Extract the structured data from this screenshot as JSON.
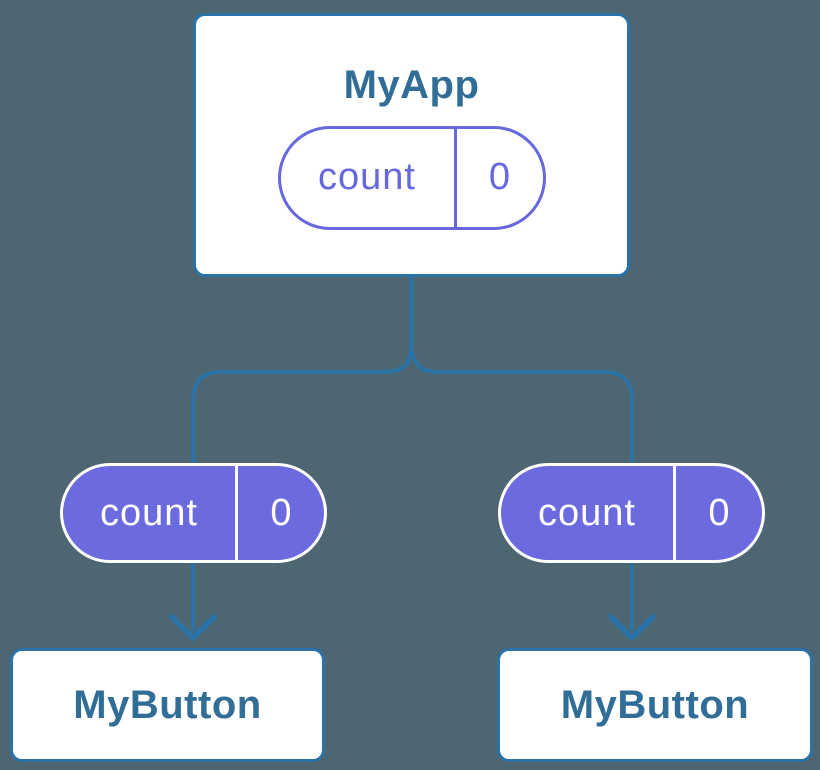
{
  "diagram": {
    "background_color": "#4D6671",
    "connector_color": "#2B72A6",
    "node_border_color": "#2B72A6",
    "node_bg_color": "#FFFFFF",
    "node_title_color": "#316E97",
    "state_outline_color": "#6767DE",
    "state_fill_color": "#6B6BDF",
    "state_text_on_fill_color": "#FFFFFF",
    "root": {
      "title": "MyApp",
      "state": {
        "label": "count",
        "value": "0"
      }
    },
    "children": [
      {
        "title": "MyButton",
        "prop": {
          "label": "count",
          "value": "0"
        }
      },
      {
        "title": "MyButton",
        "prop": {
          "label": "count",
          "value": "0"
        }
      }
    ]
  }
}
